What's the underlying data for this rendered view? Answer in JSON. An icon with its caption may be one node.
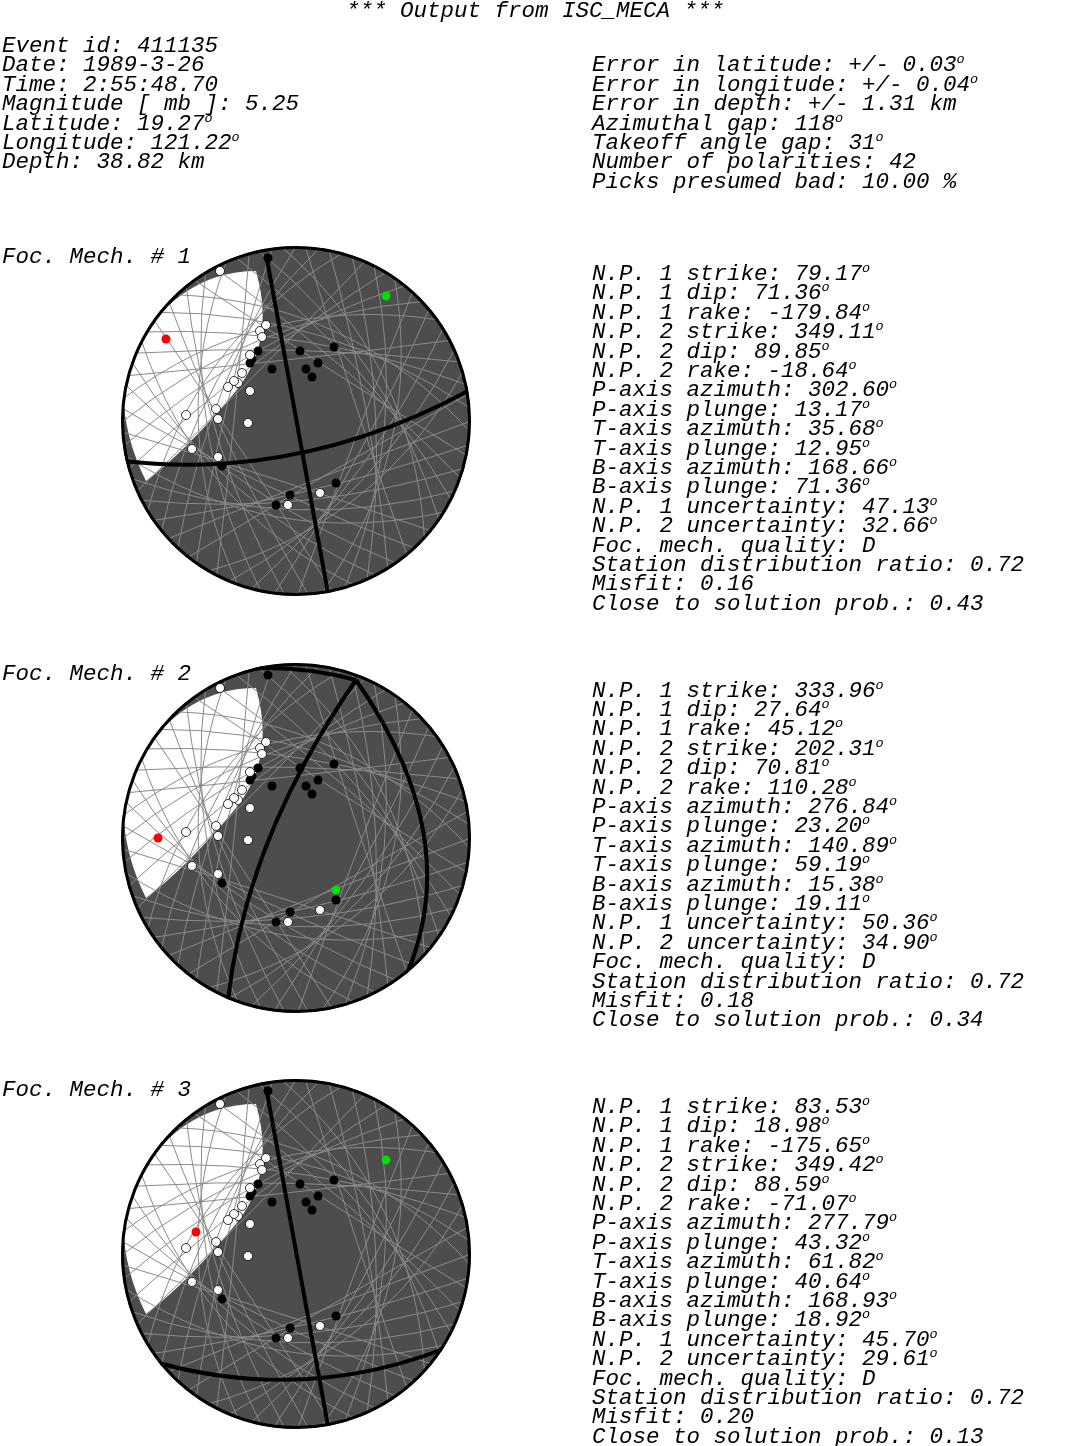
{
  "diagram": {
    "title": "*** Output from ISC_MECA ***",
    "labels": [
      "Event id: 411135",
      "Date: 1989-3-26",
      "Time: 2:55:48.70",
      "Magnitude [ mb ]: 5.25",
      "Latitude: 19.27$^{o}$",
      "Longitude: 121.22$^{o}$",
      "Depth: 38.82 km",
      "Error in latitude: +/- 0.03$^{o}$",
      "Error in longitude: +/- 0.04$^{o}$",
      "Error in depth: +/- 1.31 km",
      "Azimuthal gap: 118$^{o}$",
      "Takeoff angle gap: 31$^{o}$",
      "Number of polarities: 42",
      "Picks presumed bad: 10.00 %",
      "Foc. Mech. # 1",
      "N.P. 1 strike: 79.17$^{o}$",
      "N.P. 1 dip: 71.36$^{o}$",
      "N.P. 1 rake: -179.84$^{o}$",
      "N.P. 2 strike: 349.11$^{o}$",
      "N.P. 2 dip: 89.85$^{o}$",
      "N.P. 2 rake: -18.64$^{o}$",
      "P-axis azimuth: 302.60$^{o}$",
      "P-axis plunge: 13.17$^{o}$",
      "T-axis azimuth: 35.68$^{o}$",
      "T-axis plunge: 12.95$^{o}$",
      "B-axis azimuth: 168.66$^{o}$",
      "B-axis plunge: 71.36$^{o}$",
      "N.P. 1 uncertainty: 47.13$^{o}$",
      "N.P. 2 uncertainty: 32.66$^{o}$",
      "Foc. mech. quality: D",
      "Station distribution ratio: 0.72",
      "Misfit: 0.16",
      "Close to solution prob.: 0.43",
      "Foc. Mech. # 2",
      "N.P. 1 strike: 333.96$^{o}$",
      "N.P. 1 dip: 27.64$^{o}$",
      "N.P. 1 rake: 45.12$^{o}$",
      "N.P. 2 strike: 202.31$^{o}$",
      "N.P. 2 dip: 70.81$^{o}$",
      "N.P. 2 rake: 110.28$^{o}$",
      "P-axis azimuth: 276.84$^{o}$",
      "P-axis plunge: 23.20$^{o}$",
      "T-axis azimuth: 140.89$^{o}$",
      "T-axis plunge: 59.19$^{o}$",
      "B-axis azimuth: 15.38$^{o}$",
      "B-axis plunge: 19.11$^{o}$",
      "N.P. 1 uncertainty: 50.36$^{o}$",
      "N.P. 2 uncertainty: 34.90$^{o}$",
      "Foc. mech. quality: D",
      "Station distribution ratio: 0.72",
      "Misfit: 0.18",
      "Close to solution prob.: 0.34",
      "Foc. Mech. # 3",
      "N.P. 1 strike: 83.53$^{o}$",
      "N.P. 1 dip: 18.98$^{o}$",
      "N.P. 1 rake: -175.65$^{o}$",
      "N.P. 2 strike: 349.42$^{o}$",
      "N.P. 2 dip: 88.59$^{o}$",
      "N.P. 2 rake: -71.07$^{o}$",
      "P-axis azimuth: 277.79$^{o}$",
      "P-axis plunge: 43.32$^{o}$",
      "T-axis azimuth: 61.82$^{o}$",
      "T-axis plunge: 40.64$^{o}$",
      "B-axis azimuth: 168.93$^{o}$",
      "B-axis plunge: 18.92$^{o}$",
      "N.P. 1 uncertainty: 45.70$^{o}$",
      "N.P. 2 uncertainty: 29.61$^{o}$",
      "Foc. mech. quality: D",
      "Station distribution ratio: 0.72",
      "Misfit: 0.20",
      "Close to solution prob.: 0.13"
    ]
  }
}
